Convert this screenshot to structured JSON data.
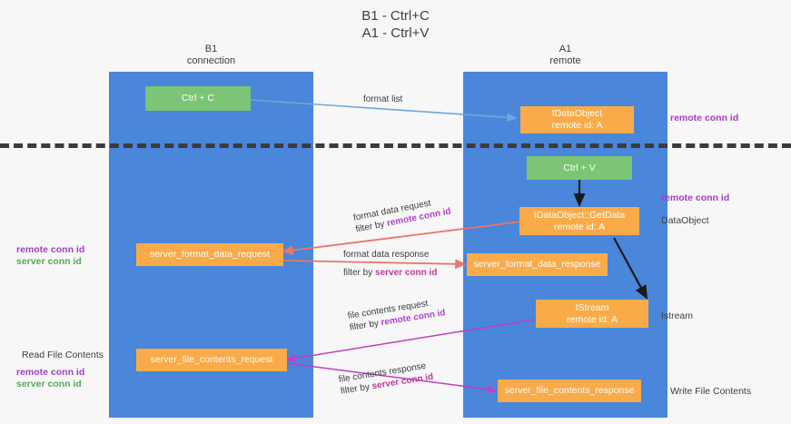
{
  "title": "B1 - Ctrl+C\nA1 - Ctrl+V",
  "colors": {
    "lane": "#4a86d9",
    "green_node": "#7cc576",
    "orange_node": "#f9ab4a",
    "purple_text": "#a23fc4",
    "green_text": "#5aa85a",
    "magenta_text": "#c0399b",
    "blue_arrow": "#6fa8dc",
    "red_arrow": "#e8766a",
    "black_arrow": "#1a1a1a",
    "background": "#f7f7f7"
  },
  "lanes": [
    {
      "id": "b1",
      "title": "B1\nconnection"
    },
    {
      "id": "a1",
      "title": "A1\nremote"
    }
  ],
  "nodes": {
    "ctrl_c": {
      "line1": "Ctrl + C",
      "line2": ""
    },
    "idataobject_top": {
      "line1": "IDataObject",
      "line2": "remote id: A"
    },
    "ctrl_v": {
      "line1": "Ctrl + V",
      "line2": ""
    },
    "getdata": {
      "line1": "IDataObject::GetData",
      "line2": "remote id: A"
    },
    "server_format_data_request": {
      "line1": "server_format_data_request",
      "line2": ""
    },
    "server_format_data_response": {
      "line1": "server_format_data_response",
      "line2": ""
    },
    "istream": {
      "line1": "IStream",
      "line2": "remote id: A"
    },
    "server_file_contents_request": {
      "line1": "server_file_contents_request",
      "line2": ""
    },
    "server_file_contents_response": {
      "line1": "server_file_contents_response",
      "line2": ""
    }
  },
  "edge_labels": {
    "format_list": "format list",
    "format_data_request": "format data request",
    "format_data_request_filter_prefix": "filter by ",
    "format_data_request_filter_key": "remote conn id",
    "format_data_response": "format data response",
    "format_data_response_filter_prefix": "filter by ",
    "format_data_response_filter_key": "server conn id",
    "file_contents_request": "file contents request",
    "file_contents_request_filter_prefix": "filter by ",
    "file_contents_request_filter_key": "remote conn id",
    "file_contents_response": "file contents response",
    "file_contents_response_filter_prefix": "filter by ",
    "file_contents_response_filter_key": "server conn id"
  },
  "side_labels": {
    "right_remote_conn_id_top": "remote conn id",
    "right_remote_conn_id_mid": "remote conn id",
    "right_dataobject": "DataObject",
    "right_istream": "Istream",
    "right_write_file_contents": "Write File Contents",
    "left_remote_conn_id_mid": "remote conn id",
    "left_server_conn_id_mid": "server conn id",
    "left_read_file_contents": "Read File Contents",
    "left_remote_conn_id_bottom": "remote conn id",
    "left_server_conn_id_bottom": "server conn id"
  }
}
